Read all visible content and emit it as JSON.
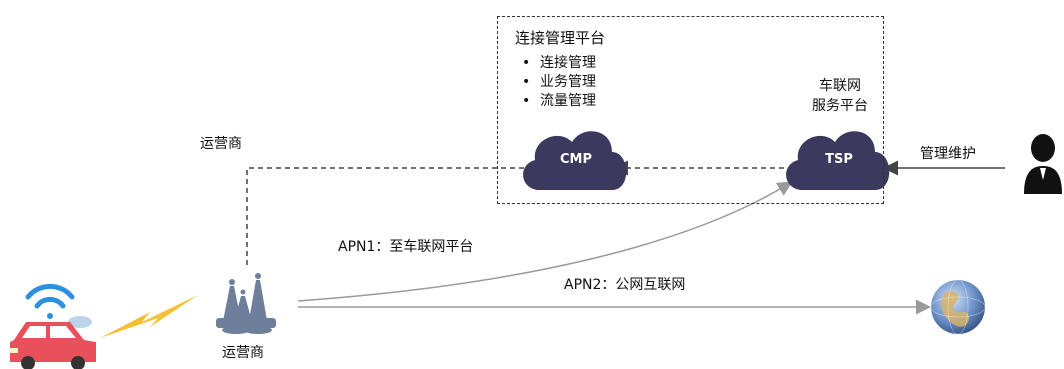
{
  "platform": {
    "title": "连接管理平台",
    "features": [
      "连接管理",
      "业务管理",
      "流量管理"
    ]
  },
  "tsp": {
    "caption_line1": "车联网",
    "caption_line2": "服务平台",
    "label": "TSP"
  },
  "cmp": {
    "label": "CMP"
  },
  "operator": {
    "top_label": "运营商",
    "bottom_label": "运营商"
  },
  "maintenance": {
    "label": "管理维护"
  },
  "links": {
    "apn1": "APN1：至车联网平台",
    "apn2": "APN2：公网互联网"
  },
  "colors": {
    "cloud": "#3b3a5e",
    "arrow": "#999999",
    "dashed": "#444444",
    "car": "#e8505b",
    "wifi": "#2e8fde",
    "lightning": "#f5c033",
    "globe": "#5b7fb5"
  },
  "icons": [
    "car-icon",
    "wifi-icon",
    "lightning-icon",
    "cell-tower-icon",
    "globe-icon",
    "person-icon",
    "cloud-icon"
  ]
}
